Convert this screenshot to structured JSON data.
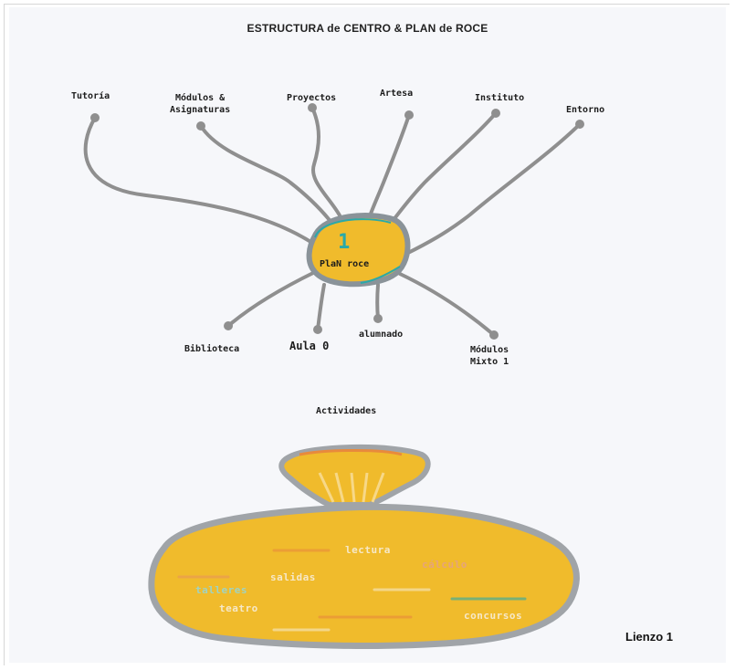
{
  "title": "ESTRUCTURA de CENTRO & PLAN de ROCE",
  "hub": {
    "number": "1",
    "label": "PlaN roce"
  },
  "branches": {
    "tutoria": "Tutoría",
    "modulos": "Módulos &\nAsignaturas",
    "proyectos": "Proyectos",
    "artesa": "Artesa",
    "instituto": "Instituto",
    "entorno": "Entorno",
    "biblioteca": "Biblioteca",
    "aula0": "Aula 0",
    "alumnado": "alumnado",
    "modulo_mixto": "Módulos\nMixto 1"
  },
  "activities": {
    "label": "Actividades",
    "words": [
      "lectura",
      "cálculo",
      "salidas",
      "talleres",
      "teatro",
      "concursos"
    ]
  },
  "canvas_label": "Lienzo 1",
  "colors": {
    "gold": "#f0bb2c",
    "outline": "#9ba0a6",
    "teal": "#2aa9a9",
    "line": "#8f8f8f"
  }
}
